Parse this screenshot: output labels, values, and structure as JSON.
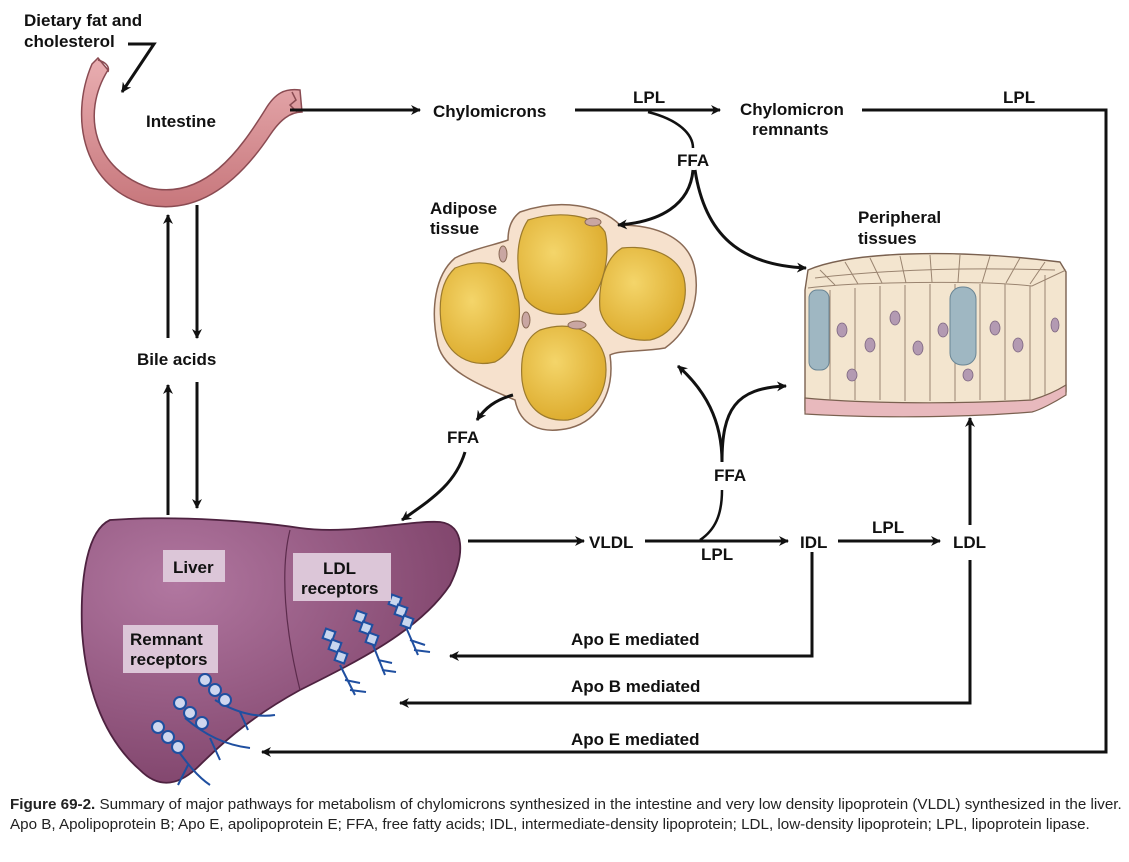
{
  "labels": {
    "dietary_fat_line1": "Dietary fat and",
    "dietary_fat_line2": "cholesterol",
    "intestine": "Intestine",
    "chylomicrons": "Chylomicrons",
    "lpl_top_1": "LPL",
    "chylomicron_remnants_line1": "Chylomicron",
    "chylomicron_remnants_line2": "remnants",
    "lpl_top_2": "LPL",
    "ffa_top": "FFA",
    "adipose_line1": "Adipose",
    "adipose_line2": "tissue",
    "peripheral_line1": "Peripheral",
    "peripheral_line2": "tissues",
    "bile_acids": "Bile acids",
    "ffa_left": "FFA",
    "ffa_middle": "FFA",
    "vldl": "VLDL",
    "lpl_vldl": "LPL",
    "idl": "IDL",
    "lpl_idl": "LPL",
    "ldl": "LDL",
    "liver": "Liver",
    "ldl_receptors_line1": "LDL",
    "ldl_receptors_line2": "receptors",
    "remnant_receptors_line1": "Remnant",
    "remnant_receptors_line2": "receptors",
    "apo_e_mediated_1": "Apo E mediated",
    "apo_b_mediated": "Apo B mediated",
    "apo_e_mediated_2": "Apo E mediated"
  },
  "caption": {
    "figure_label": "Figure 69-2.",
    "text": "Summary of major pathways for metabolism of chylomicrons synthesized in the intestine and very low density lipoprotein (VLDL) synthesized in the liver. Apo B, Apolipoprotein B; Apo E, apolipoprotein E; FFA, free fatty acids; IDL, intermediate-density lipoprotein; LDL, low-density lipoprotein; LPL, lipoprotein lipase."
  },
  "colors": {
    "arrow": "#111111",
    "intestine": "#d98f93",
    "liver": "#8e5077",
    "adipose_cell": "#e8bd3e",
    "receptor": "#1f4fa0",
    "label_box": "#dcc6d8"
  }
}
